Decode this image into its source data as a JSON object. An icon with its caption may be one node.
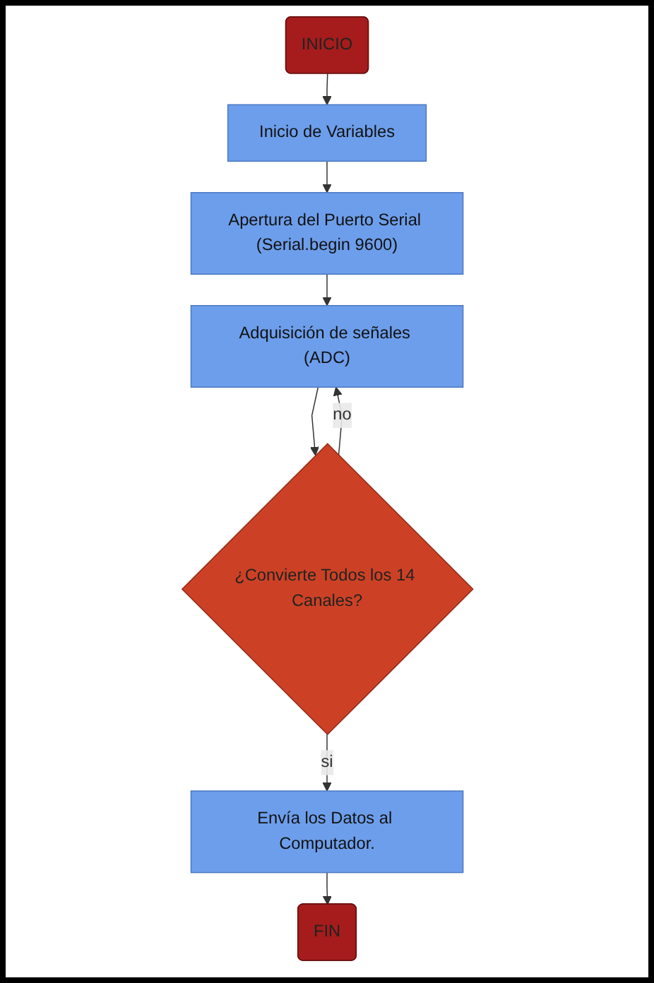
{
  "diagram": {
    "nodes": [
      {
        "text": [
          "INICIO"
        ]
      },
      {
        "text": [
          "Inicio de Variables"
        ]
      },
      {
        "text": [
          "Apertura del Puerto Serial (Serial.begin 9600)"
        ]
      },
      {
        "text": [
          "Adquisición de señales (ADC)"
        ]
      },
      {
        "text": [
          "¿Convierte Todos los 14 Canales?"
        ]
      },
      {
        "text": [
          "Envía los Datos al Computador."
        ]
      },
      {
        "text": [
          "FIN"
        ]
      }
    ],
    "edges": [
      {
        "from": 0,
        "to": 1,
        "arrow": "to"
      },
      {
        "from": 1,
        "to": 2,
        "arrow": "to"
      },
      {
        "from": 2,
        "to": 3,
        "arrow": "to"
      },
      {
        "from": 3,
        "to": 4,
        "arrow": "to"
      },
      {
        "from": 4,
        "to": 3,
        "arrow": "to",
        "label": "no"
      },
      {
        "from": 4,
        "to": 5,
        "arrow": "to",
        "label": "si"
      },
      {
        "from": 5,
        "to": 6,
        "arrow": "to"
      }
    ]
  }
}
